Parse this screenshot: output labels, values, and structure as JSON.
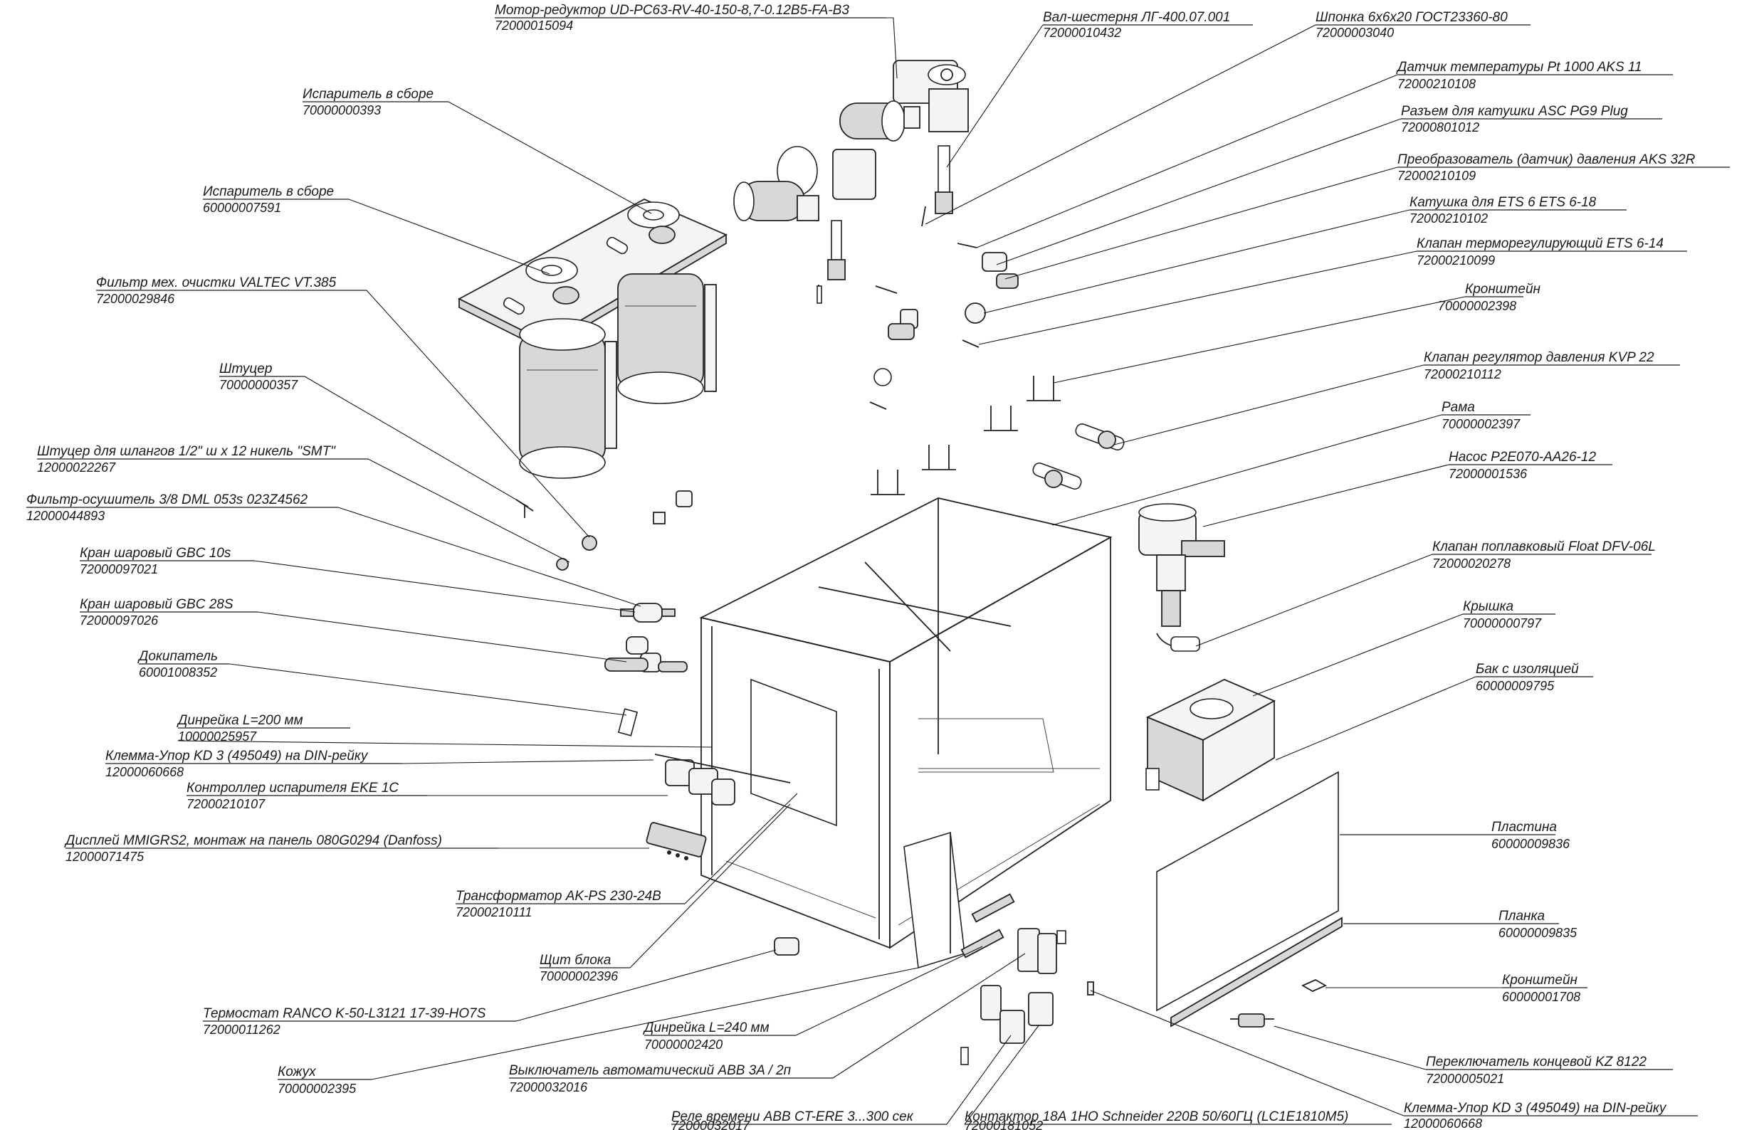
{
  "callouts": [
    {
      "name": "Мотор-редуктор UD-PC63-RV-40-150-8,7-0.12B5-FA-B3",
      "code": "72000015094"
    },
    {
      "name": "Вал-шестерня ЛГ-400.07.001",
      "code": "72000010432"
    },
    {
      "name": "Шпонка 6х6х20 ГОСТ23360-80",
      "code": "72000003040"
    },
    {
      "name": "Датчик температуры Pt 1000 AKS 11",
      "code": "72000210108"
    },
    {
      "name": "Разъем для катушки  ASC PG9 Plug",
      "code": "72000801012"
    },
    {
      "name": "Преобразователь (датчик) давления AKS 32R",
      "code": "72000210109"
    },
    {
      "name": "Катушка для ETS 6 ETS 6-18",
      "code": "72000210102"
    },
    {
      "name": "Клапан терморегулирующий ETS 6-14",
      "code": "72000210099"
    },
    {
      "name": "Кронштейн",
      "code": "70000002398"
    },
    {
      "name": "Клапан регулятор давления KVP 22",
      "code": "72000210112"
    },
    {
      "name": "Рама",
      "code": "70000002397"
    },
    {
      "name": "Насос P2E070-AA26-12",
      "code": "72000001536"
    },
    {
      "name": "Клапан поплавковый Float DFV-06L",
      "code": "72000020278"
    },
    {
      "name": "Крышка",
      "code": "70000000797"
    },
    {
      "name": "Бак с изоляцией",
      "code": "60000009795"
    },
    {
      "name": "Пластина",
      "code": "60000009836"
    },
    {
      "name": "Планка",
      "code": "60000009835"
    },
    {
      "name": "Кронштейн",
      "code": "60000001708"
    },
    {
      "name": "Переключатель концевой KZ 8122",
      "code": "72000005021"
    },
    {
      "name": "Клемма-Упор KD 3 (495049) на DIN-рейку",
      "code": "12000060668"
    },
    {
      "name": "Контактор 18А 1НО Schneider 220В 50/60ГЦ (LC1E1810M5)",
      "code": "72000181052"
    },
    {
      "name": "Реле времени ABB CT-ERE 3...300 сек",
      "code": "72000032017"
    },
    {
      "name": "Выключатель автоматический ABB  3A / 2п",
      "code": "72000032016"
    },
    {
      "name": "Динрейка   L=240 мм",
      "code": "70000002420"
    },
    {
      "name": "Кожух",
      "code": "70000002395"
    },
    {
      "name": "Термостат RANCO K-50-L3121 17-39-HO7S",
      "code": "72000011262"
    },
    {
      "name": "Щит блока",
      "code": "70000002396"
    },
    {
      "name": "Трансформатор AK-PS 230-24B",
      "code": "72000210111"
    },
    {
      "name": "Дисплей MMIGRS2, монтаж на панель    080G0294 (Danfoss)",
      "code": "12000071475"
    },
    {
      "name": "Контроллер испарителя EKE 1C",
      "code": "72000210107"
    },
    {
      "name": "Клемма-Упор KD 3 (495049) на DIN-рейку",
      "code": "12000060668"
    },
    {
      "name": "Динрейка L=200 мм",
      "code": "10000025957"
    },
    {
      "name": "Докипатель",
      "code": "60001008352"
    },
    {
      "name": "Кран шаровый   GBC 28S",
      "code": "72000097026"
    },
    {
      "name": "Кран шаровый   GBC 10s",
      "code": "72000097021"
    },
    {
      "name": "Фильтр-осушитель 3/8 DML 053s 023Z4562",
      "code": "12000044893"
    },
    {
      "name": "Штуцер для шлангов 1/2\" ш х 12 никель \"SMT\"",
      "code": "12000022267"
    },
    {
      "name": "Штуцер",
      "code": "70000000357"
    },
    {
      "name": "Фильтр мех. очистки VALTEC VT.385",
      "code": "72000029846"
    },
    {
      "name": "Испаритель в сборе",
      "code": "60000007591"
    },
    {
      "name": "Испаритель в сборе",
      "code": "70000000393"
    }
  ]
}
